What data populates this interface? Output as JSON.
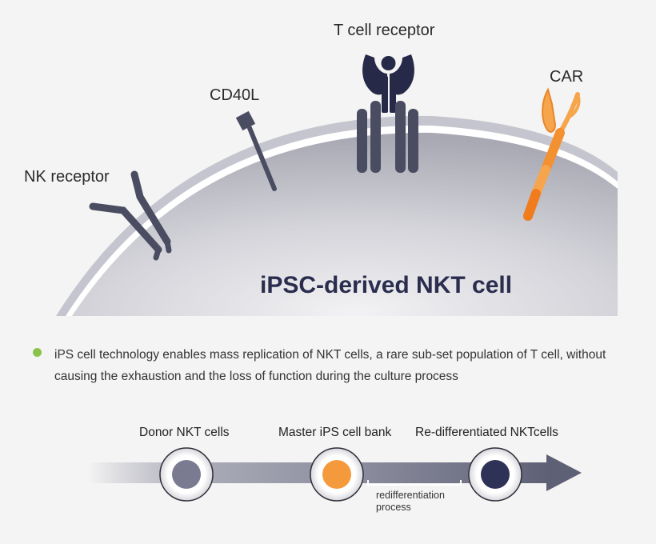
{
  "receptors": {
    "nk_receptor": "NK receptor",
    "cd40l": "CD40L",
    "t_cell_receptor": "T cell receptor",
    "car": "CAR"
  },
  "cell": {
    "title": "iPSC-derived NKT cell"
  },
  "description": {
    "text": "iPS cell technology enables mass replication of NKT cells, a rare sub-set population of T cell, without causing the exhaustion and the loss of function during the culture process"
  },
  "process": {
    "stages": [
      {
        "label": "Donor NKT cells",
        "color": "#7a7b90"
      },
      {
        "label": "Master iPS cell bank",
        "color": "#f59a3c"
      },
      {
        "label": "Re-differentiated NKTcells",
        "color": "#2e3256"
      }
    ],
    "bracket_label": "redifferentiation process"
  },
  "colors": {
    "receptor_dark": "#4a4d62",
    "tcr_navy": "#262a48",
    "car_orange": "#f3902f",
    "car_light": "#f6a54c",
    "bullet_green": "#8bc34a"
  }
}
